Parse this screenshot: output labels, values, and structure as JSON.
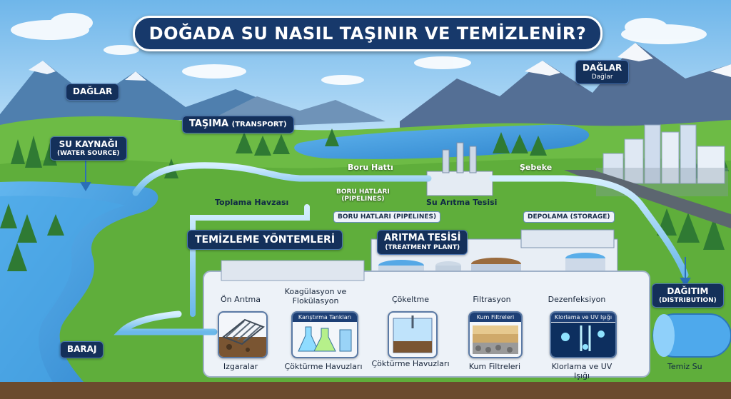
{
  "title": "DOĞADA SU NASIL TAŞINIR VE TEMİZLENİR?",
  "labels": {
    "daglar_left": "DAĞLAR",
    "daglar_right": "DAĞLAR",
    "daglar_right_sub": "Dağlar",
    "su_kaynagi": "SU KAYNAĞI",
    "su_kaynagi_sub": "(WATER SOURCE)",
    "tasima": "TAŞIMA",
    "tasima_sub": "(TRANSPORT)",
    "boru_hatti": "Boru Hattı",
    "boru_hatlari_1": "BORU HATLARI",
    "boru_hatlari_1_sub": "(PIPELINES)",
    "sebeke": "Şebeke",
    "toplama_havzasi": "Toplama Havzası",
    "su_aritma_tesisi": "Su Arıtma Tesisi",
    "boru_hatlari_2": "BORU HATLARI (PIPELINES)",
    "depolama": "DEPOLAMA (STORAGE)",
    "temizleme_yontemleri": "TEMİZLEME YÖNTEMLERİ",
    "aritma_tesisi": "ARITMA TESİSİ",
    "aritma_tesisi_sub": "(TREATMENT PLANT)",
    "dagitim": "DAĞITIM",
    "dagitim_sub": "(DISTRIBUTION)",
    "baraj": "BARAJ",
    "temiz_su": "Temiz Su"
  },
  "steps": [
    {
      "title": "Ön Arıtma",
      "box_label": "",
      "caption": "Izgaralar"
    },
    {
      "title": "Koagülasyon ve Flokülasyon",
      "box_label": "Karıştırma Tankları",
      "caption": "Çöktürme Havuzları"
    },
    {
      "title": "Çökeltme",
      "box_label": "",
      "caption": "Çöktürme Havuzları"
    },
    {
      "title": "Filtrasyon",
      "box_label": "Kum Filtreleri",
      "caption": "Kum Filtreleri"
    },
    {
      "title": "Dezenfeksiyon",
      "box_label": "Klorlama ve UV Işığı",
      "caption": "Klorlama ve UV Işığı"
    }
  ],
  "colors": {
    "sky": "#7fc1ec",
    "water": "#3f9ee0",
    "grass": "#5fae3b",
    "label_bg": "#14305a",
    "pipe": "#9fd3f7"
  }
}
